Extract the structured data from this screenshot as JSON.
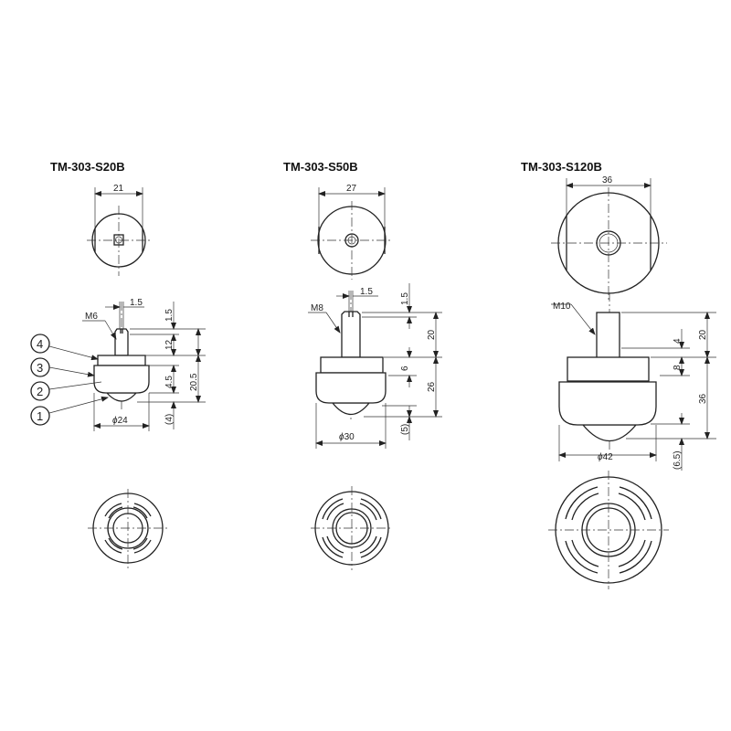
{
  "models": [
    {
      "title": "TM-303-S20B",
      "top_width": "21",
      "thread": "M6",
      "slot_width": "1.5",
      "dims": {
        "slot_depth": "1.5",
        "stud_length": "12",
        "collar": "4.5",
        "body_height": "20.5",
        "ball_protrusion": "(4)",
        "diameter": "24"
      },
      "diameter_symbol": "ϕ"
    },
    {
      "title": "TM-303-S50B",
      "top_width": "27",
      "thread": "M8",
      "slot_width": "1.5",
      "dims": {
        "slot_depth": "1.5",
        "stud_length": "20",
        "collar": "6",
        "body_height": "26",
        "ball_protrusion": "(5)",
        "diameter": "30"
      },
      "diameter_symbol": "ϕ"
    },
    {
      "title": "TM-303-S120B",
      "top_width": "36",
      "thread": "M10",
      "dims": {
        "unthreaded": "4",
        "stud_length": "20",
        "collar": "8",
        "body_height": "36",
        "ball_protrusion": "(6.5)",
        "diameter": "42"
      },
      "diameter_symbol": "ϕ"
    }
  ],
  "part_callouts": [
    "4",
    "3",
    "2",
    "1"
  ]
}
